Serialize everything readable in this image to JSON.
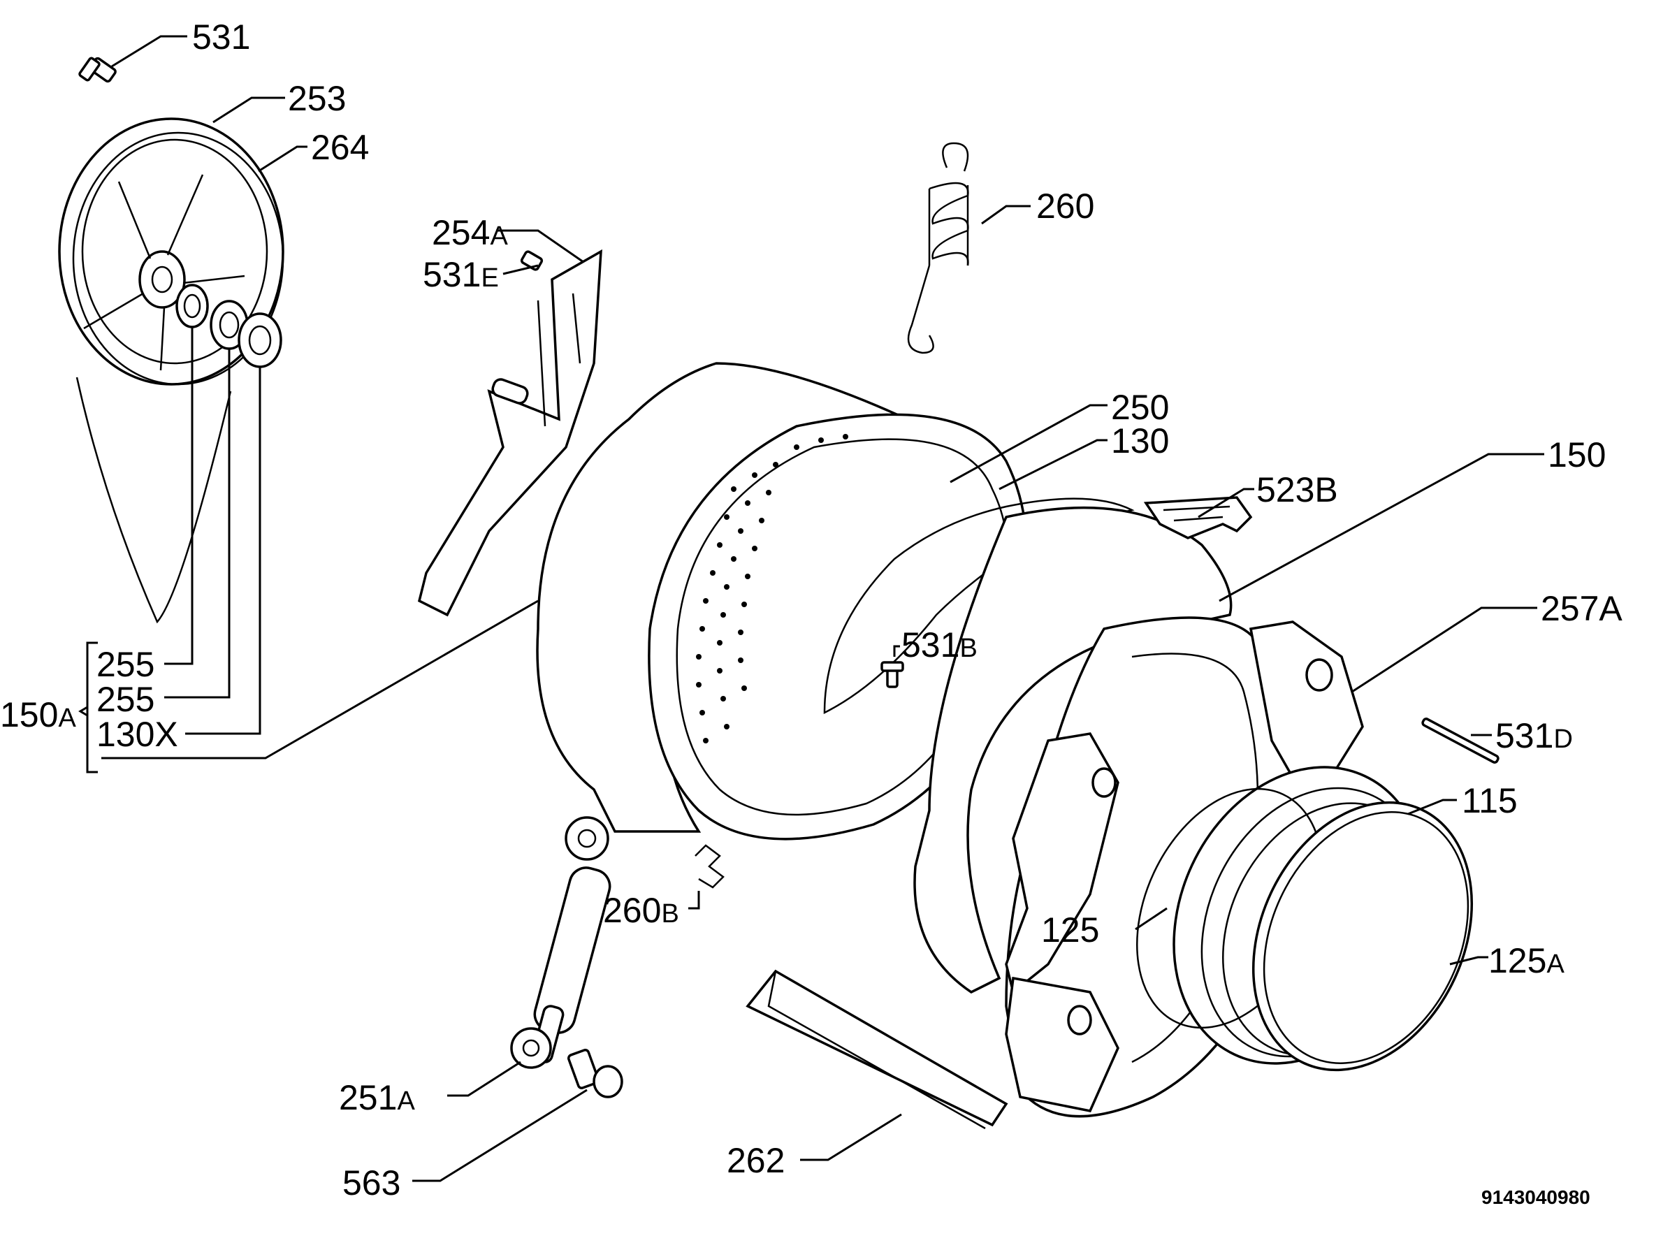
{
  "drawing_number": "9143040980",
  "labels": {
    "p531": "531",
    "p253": "253",
    "p264": "264",
    "p260": "260",
    "p254A": "254",
    "p254A_suffix": "A",
    "p531E": "531",
    "p531E_suffix": "E",
    "p250": "250",
    "p130": "130",
    "p150": "150",
    "p523B": "523B",
    "p257A": "257A",
    "p531B": "531",
    "p531B_suffix": "B",
    "p531D": "531",
    "p531D_suffix": "D",
    "p115": "115",
    "p125": "125",
    "p125A": "125",
    "p125A_suffix": "A",
    "p255a": "255",
    "p255b": "255",
    "p130X": "130X",
    "p150A": "150",
    "p150A_suffix": "A",
    "p260B": "260",
    "p260B_suffix": "B",
    "p251A": "251",
    "p251A_suffix": "A",
    "p563": "563",
    "p262": "262"
  }
}
